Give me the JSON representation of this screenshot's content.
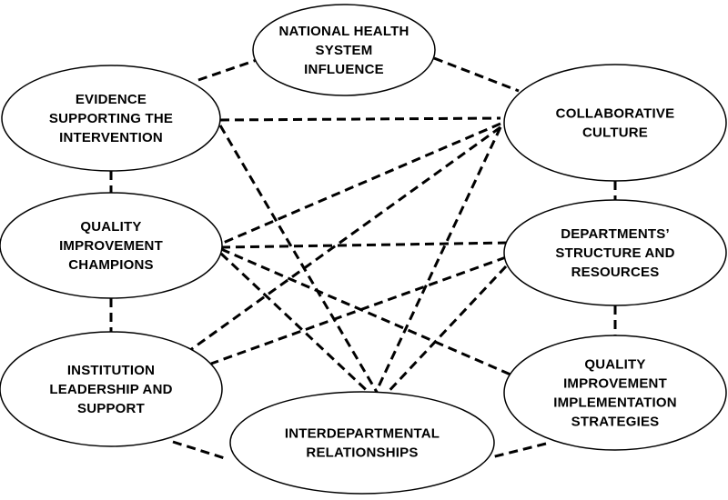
{
  "nodes": {
    "national": {
      "lines": [
        "NATIONAL HEALTH",
        "SYSTEM",
        "INFLUENCE"
      ]
    },
    "evidence": {
      "lines": [
        "EVIDENCE",
        "SUPPORTING THE",
        "INTERVENTION"
      ]
    },
    "collab": {
      "lines": [
        "COLLABORATIVE",
        "CULTURE"
      ]
    },
    "qi_champions": {
      "lines": [
        "QUALITY",
        "IMPROVEMENT",
        "CHAMPIONS"
      ]
    },
    "departments": {
      "lines": [
        "DEPARTMENTS’",
        "STRUCTURE AND",
        "RESOURCES"
      ]
    },
    "institution": {
      "lines": [
        "INSTITUTION",
        "LEADERSHIP AND",
        "SUPPORT"
      ]
    },
    "qi_strategies": {
      "lines": [
        "QUALITY",
        "IMPROVEMENT",
        "IMPLEMENTATION",
        "STRATEGIES"
      ]
    },
    "interdept": {
      "lines": [
        "INTERDEPARTMENTAL",
        "RELATIONSHIPS"
      ]
    }
  },
  "edges": [
    [
      "evidence",
      "national"
    ],
    [
      "national",
      "collab"
    ],
    [
      "evidence",
      "collab"
    ],
    [
      "evidence",
      "qi_champions"
    ],
    [
      "evidence",
      "interdept"
    ],
    [
      "collab",
      "departments"
    ],
    [
      "collab",
      "qi_champions"
    ],
    [
      "collab",
      "institution"
    ],
    [
      "collab",
      "interdept"
    ],
    [
      "qi_champions",
      "departments"
    ],
    [
      "qi_champions",
      "qi_strategies"
    ],
    [
      "qi_champions",
      "interdept"
    ],
    [
      "qi_champions",
      "institution"
    ],
    [
      "departments",
      "institution"
    ],
    [
      "departments",
      "interdept"
    ],
    [
      "departments",
      "qi_strategies"
    ],
    [
      "institution",
      "interdept"
    ],
    [
      "qi_strategies",
      "interdept"
    ]
  ]
}
